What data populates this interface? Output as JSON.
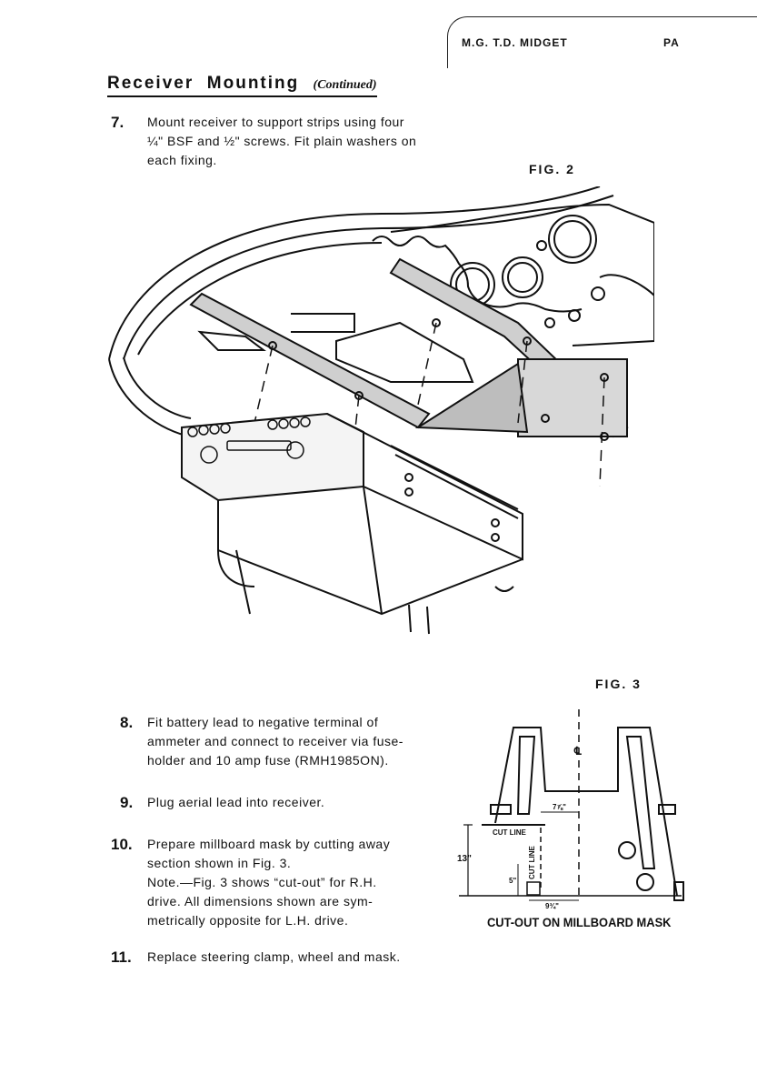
{
  "header": {
    "title": "M.G. T.D. MIDGET",
    "page": "PA"
  },
  "section": {
    "title": "Receiver  Mounting",
    "continued": "(Continued)"
  },
  "steps": [
    {
      "number": "7.",
      "lines": [
        "Mount receiver to support strips using four",
        "¼\" BSF and ½\" screws.  Fit plain washers on",
        "each fixing."
      ]
    },
    {
      "number": "8.",
      "lines": [
        "Fit battery lead to negative terminal of",
        "ammeter and connect to receiver via fuse-",
        "holder and 10 amp fuse (RMH1985ON)."
      ]
    },
    {
      "number": "9.",
      "lines": [
        "Plug aerial lead into receiver."
      ]
    },
    {
      "number": "10.",
      "lines": [
        "Prepare millboard mask by cutting away",
        "section shown in Fig. 3.",
        "Note.—Fig. 3 shows “cut-out” for R.H.",
        "drive.   All dimensions shown are sym-",
        "metrically opposite for L.H. drive."
      ]
    },
    {
      "number": "11.",
      "lines": [
        "Replace steering clamp, wheel and mask."
      ]
    }
  ],
  "figures": {
    "fig2": "FIG.  2",
    "fig3": "FIG.  3",
    "fig3_caption": "CUT-OUT ON MILLBOARD MASK",
    "fig3_labels": {
      "cut_line_top": "CUT LINE",
      "cut_line_side": "CUT LINE",
      "dim_width": "7⅞\"",
      "dim_height": "13\"",
      "dim_small": "5\"",
      "dim_bottom": "9¾\"",
      "centre_mark": "℄"
    }
  }
}
